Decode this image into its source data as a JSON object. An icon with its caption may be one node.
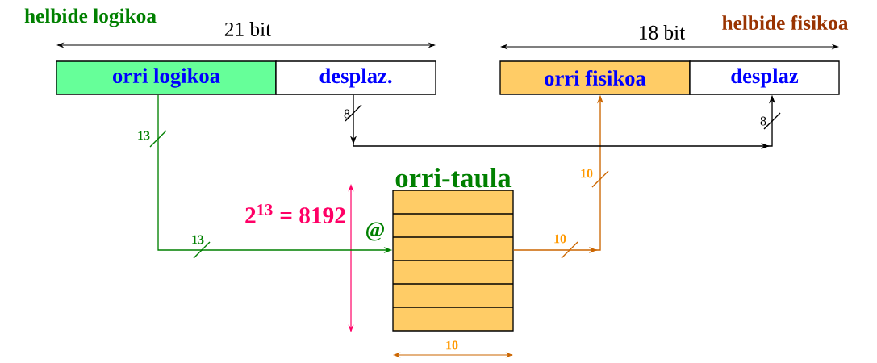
{
  "diagram": {
    "nodes": [
      {
        "text": [
          "orri logikoa"
        ]
      },
      {
        "text": [
          "desplaz."
        ]
      },
      {
        "text": [
          "orri fisikoa"
        ]
      },
      {
        "text": [
          "desplaz"
        ]
      },
      {
        "text": [
          "orri-taula"
        ]
      }
    ],
    "edges": [
      {
        "from": 0,
        "to": 4,
        "arrow": "to",
        "color": "#008000"
      },
      {
        "from": 4,
        "to": 2,
        "arrow": "to",
        "color": "#cc6600"
      },
      {
        "from": 1,
        "to": 3,
        "arrow": "to",
        "color": "#000000"
      }
    ],
    "labels": [
      "helbide logikoa",
      "21 bit",
      "18 bit",
      "helbide fisikoa",
      "8",
      "13",
      "8",
      "10",
      "2$^{13}$ = 8192",
      "@",
      "13",
      "10",
      "10"
    ]
  }
}
